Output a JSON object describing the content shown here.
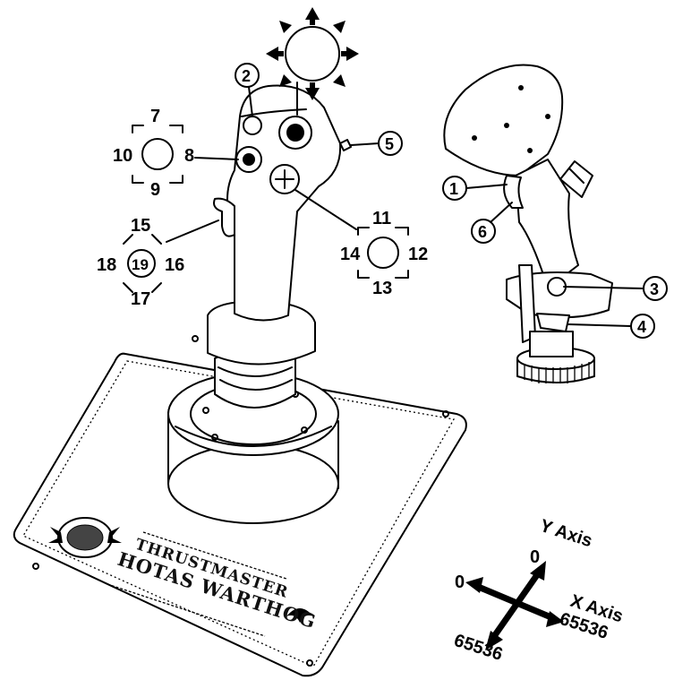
{
  "hat_labels": {
    "left_hat": {
      "up": "7",
      "left": "10",
      "right": "8",
      "down": "9"
    },
    "right_hat": {
      "up": "11",
      "left": "14",
      "right": "12",
      "down": "13"
    },
    "thumb_hat": {
      "up": "15",
      "left": "18",
      "center": "19",
      "right": "16",
      "down": "17"
    }
  },
  "callouts": {
    "c2": "2",
    "c5": "5",
    "c1": "1",
    "c6": "6",
    "c3": "3",
    "c4": "4"
  },
  "base_plate": {
    "brand": "THRUSTMASTER",
    "model": "HOTAS WARTHOG"
  },
  "axes": {
    "y_label": "Y Axis",
    "y_top_value": "0",
    "x_label": "X Axis",
    "x_left_value": "0",
    "x_right_value": "65536",
    "y_bottom_value": "65536"
  }
}
